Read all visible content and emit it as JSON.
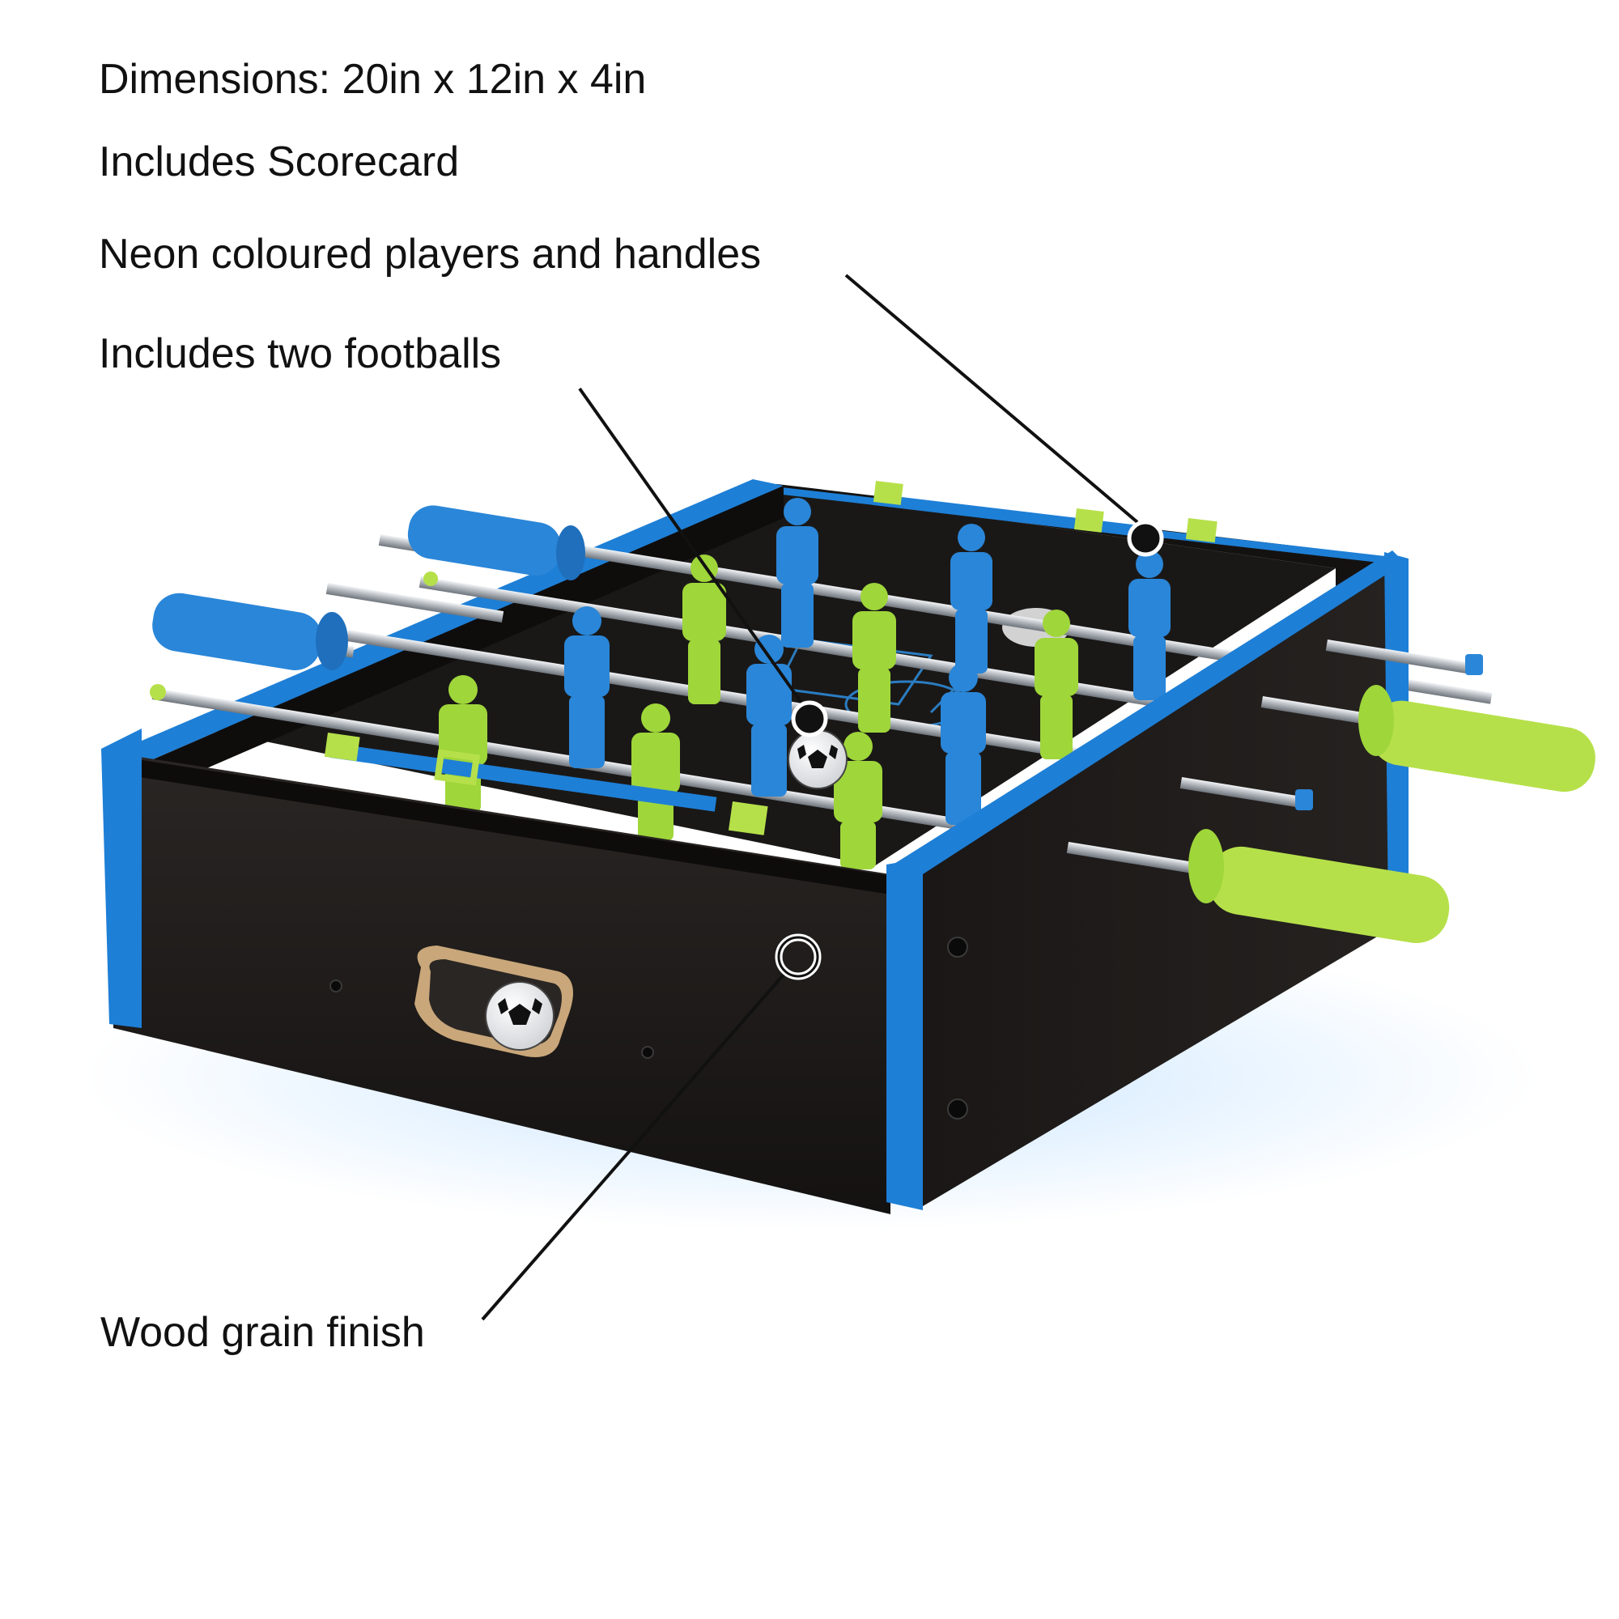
{
  "features": {
    "dimensions": "Dimensions: 20in x 12in x 4in",
    "scorecard": "Includes Scorecard",
    "neon": "Neon coloured players and handles",
    "footballs": "Includes two footballs",
    "wood": "Wood grain finish"
  },
  "colors": {
    "text": "#111111",
    "table_wood": "#1c1a19",
    "trim_blue": "#1e7fd6",
    "player_blue": "#2a86d8",
    "player_green": "#9fd63a",
    "rod_steel": "#c9cdd2",
    "callout_line": "#111111"
  },
  "icons": {
    "callout_marker": "circle-marker-icon",
    "ball": "football-icon"
  }
}
